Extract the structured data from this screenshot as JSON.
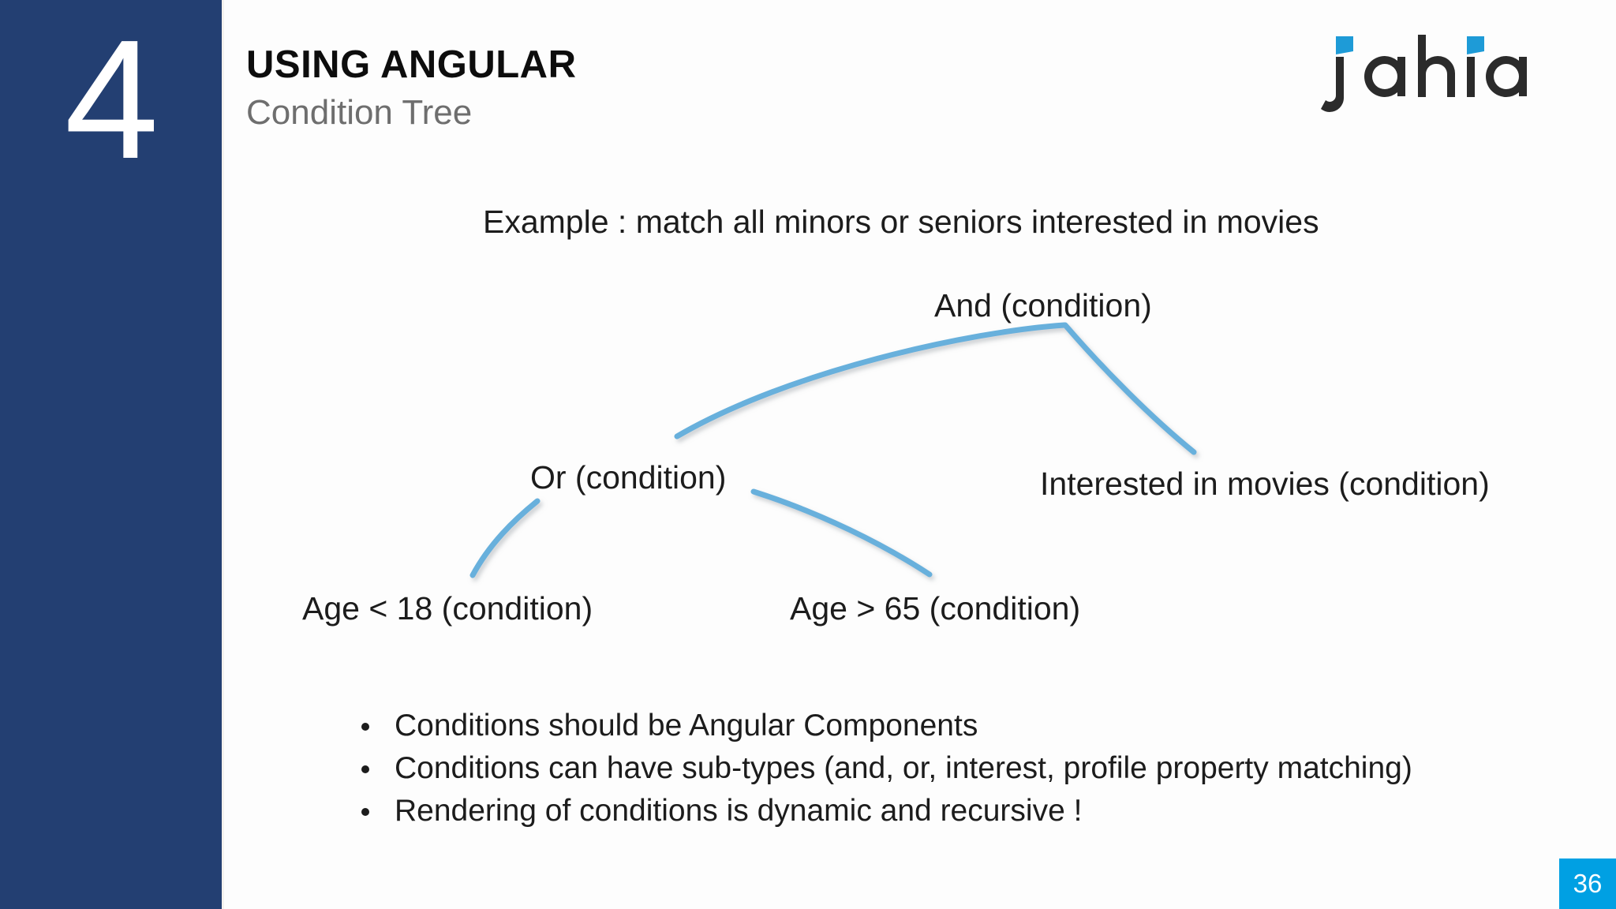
{
  "slide": {
    "section_number": "4",
    "title": "USING ANGULAR",
    "subtitle": "Condition Tree",
    "page_number": "36",
    "background_color": "#fdfdfd",
    "sidebar_color": "#233f72",
    "accent_color": "#00a0e3",
    "connector_color": "#68b0dc"
  },
  "logo": {
    "name": "jahia",
    "wordmark": "jahia",
    "mark_color": "#2b2b2b",
    "accent_color": "#1e9bd7"
  },
  "content": {
    "example_line": "Example : match all minors or seniors interested in movies"
  },
  "tree": {
    "type": "condition-tree",
    "nodes": [
      {
        "id": "and",
        "label": "And (condition)"
      },
      {
        "id": "or",
        "label": "Or (condition)"
      },
      {
        "id": "interested",
        "label": "Interested in movies (condition)"
      },
      {
        "id": "age_lt",
        "label": "Age < 18 (condition)"
      },
      {
        "id": "age_gt",
        "label": "Age > 65 (condition)"
      }
    ],
    "edges": [
      {
        "from": "and",
        "to": "or"
      },
      {
        "from": "and",
        "to": "interested"
      },
      {
        "from": "or",
        "to": "age_lt"
      },
      {
        "from": "or",
        "to": "age_gt"
      }
    ]
  },
  "bullets": [
    "Conditions should be Angular Components",
    "Conditions can have sub-types (and, or, interest, profile property matching)",
    "Rendering of conditions is dynamic and recursive !"
  ]
}
